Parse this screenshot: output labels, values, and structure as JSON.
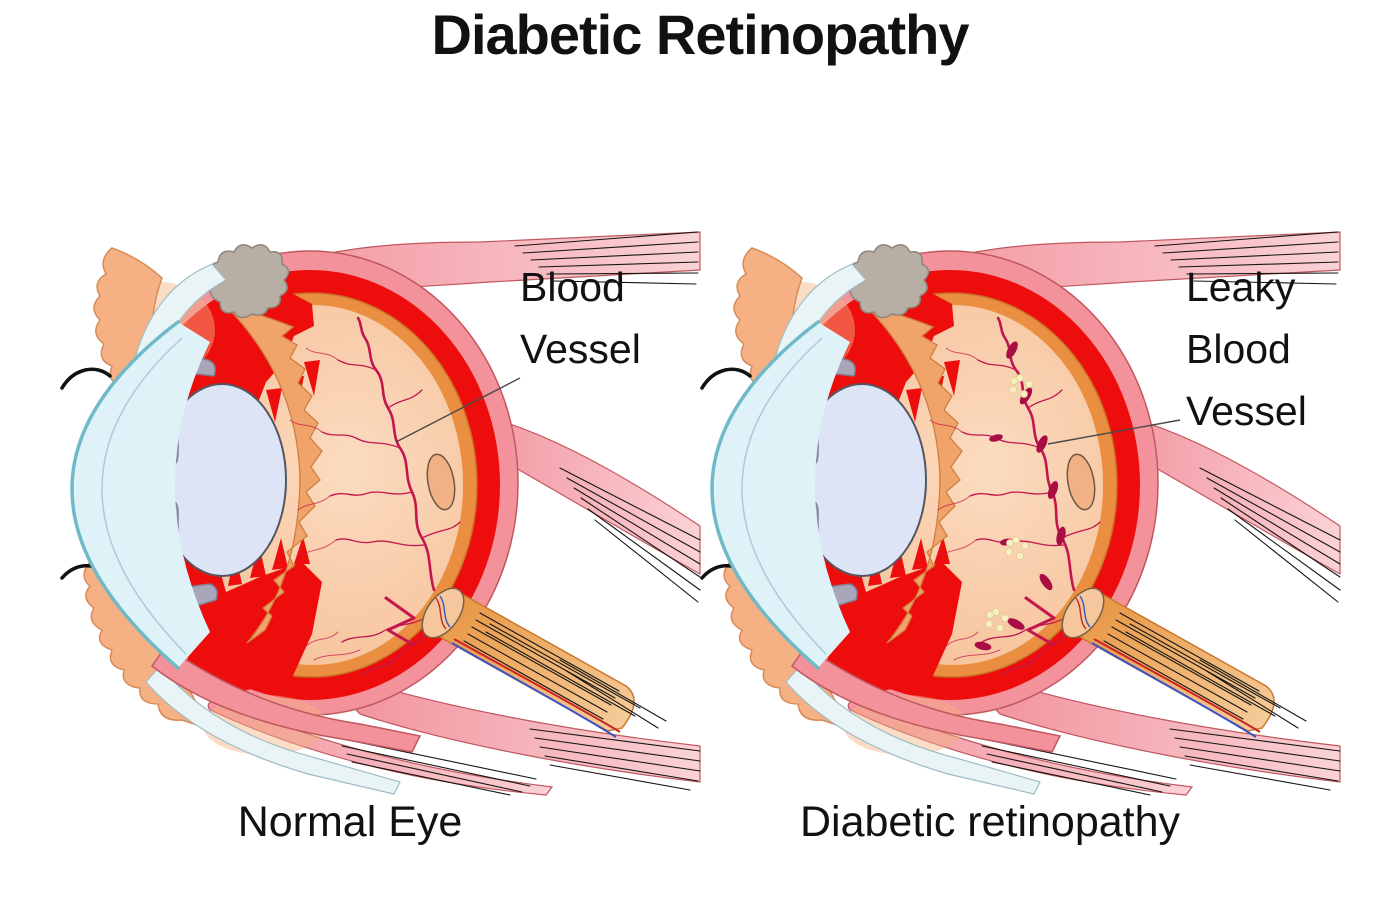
{
  "title": "Diabetic Retinopathy",
  "labels": {
    "blood_vessel": {
      "line1": "Blood",
      "line2": "Vessel"
    },
    "leaky_blood_vessel": {
      "line1": "Leaky",
      "line2": "Blood",
      "line3": "Vessel"
    }
  },
  "panels": [
    {
      "id": "normal-eye",
      "caption": "Normal Eye",
      "annotation": "Blood Vessel"
    },
    {
      "id": "diabetic-retinopathy",
      "caption": "Diabetic retinopathy",
      "annotation": "Leaky Blood Vessel"
    }
  ],
  "diagram": {
    "type": "medical-illustration",
    "subject": "eye cross-section comparison",
    "leaky_features": [
      "microaneurysm-blobs",
      "exudate-spots"
    ]
  },
  "palette": {
    "text": "#111111",
    "pointer": "#4A4A4A",
    "sclera_pink": "#F3929B",
    "sclera_edge": "#C1575F",
    "choroid_red": "#EE0D0D",
    "ring_orange": "#EA8F42",
    "ring_edge": "#C67227",
    "interior_peach": "#F5BD92",
    "interior_light": "#FBDCC1",
    "ciliary_orange": "#F1A469",
    "ciliary_edge": "#CE8040",
    "cornea_fill": "#DFF2F7",
    "cornea_edge": "#6FB9C9",
    "lens_fill": "#DCE4F6",
    "lens_edge": "#55555F",
    "iris_gray": "#A9A6B9",
    "iris_edge": "#817E92",
    "skin_peach": "#F5B183",
    "skin_edge": "#D88B58",
    "gland_gray": "#B7AEA4",
    "gland_edge": "#8D857C",
    "conjunctiva": "#E8F4F6",
    "conjunctiva_edge": "#9FBCC2",
    "vessel": "#C4164E",
    "vessel_dark": "#A80E44",
    "exudate": "#F8EFC4",
    "exudate_edge": "#E0CC8C",
    "nerve_orange": "#EC9F50",
    "nerve_edge": "#C9772E",
    "disc_fill": "#F4C79C",
    "disc_edge": "#7A6048",
    "fovea_fill": "#F2B184",
    "fovea_edge": "#6E5846",
    "hatch": "#151515",
    "red_line": "#CC2222",
    "blue_line": "#3A55C0"
  }
}
